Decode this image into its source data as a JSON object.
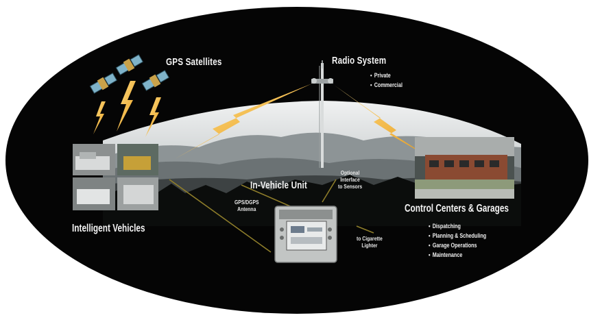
{
  "labels": {
    "gps_satellites": "GPS Satellites",
    "radio_system": "Radio System",
    "in_vehicle_unit": "In-Vehicle Unit",
    "optional_interface": [
      "Optional",
      "Interface",
      "to Sensors"
    ],
    "gps_antenna": [
      "GPS/DGPS",
      "Antenna"
    ],
    "cigarette_lighter": [
      "to Cigarette",
      "Lighter"
    ],
    "intelligent_vehicles": "Intelligent Vehicles",
    "control_centers": "Control Centers & Garages"
  },
  "radio_items": [
    "Private",
    "Commercial"
  ],
  "control_items": [
    "Dispatching",
    "Planning & Scheduling",
    "Garage Operations",
    "Maintenance"
  ],
  "colors": {
    "background": "#ffffff",
    "ellipse": "#050505",
    "lightning": "#f2b22a",
    "text": "#f4f4f4"
  },
  "icons": [
    "satellite-icon",
    "lightning-icon",
    "radio-tower-icon",
    "in-vehicle-unit-icon"
  ]
}
